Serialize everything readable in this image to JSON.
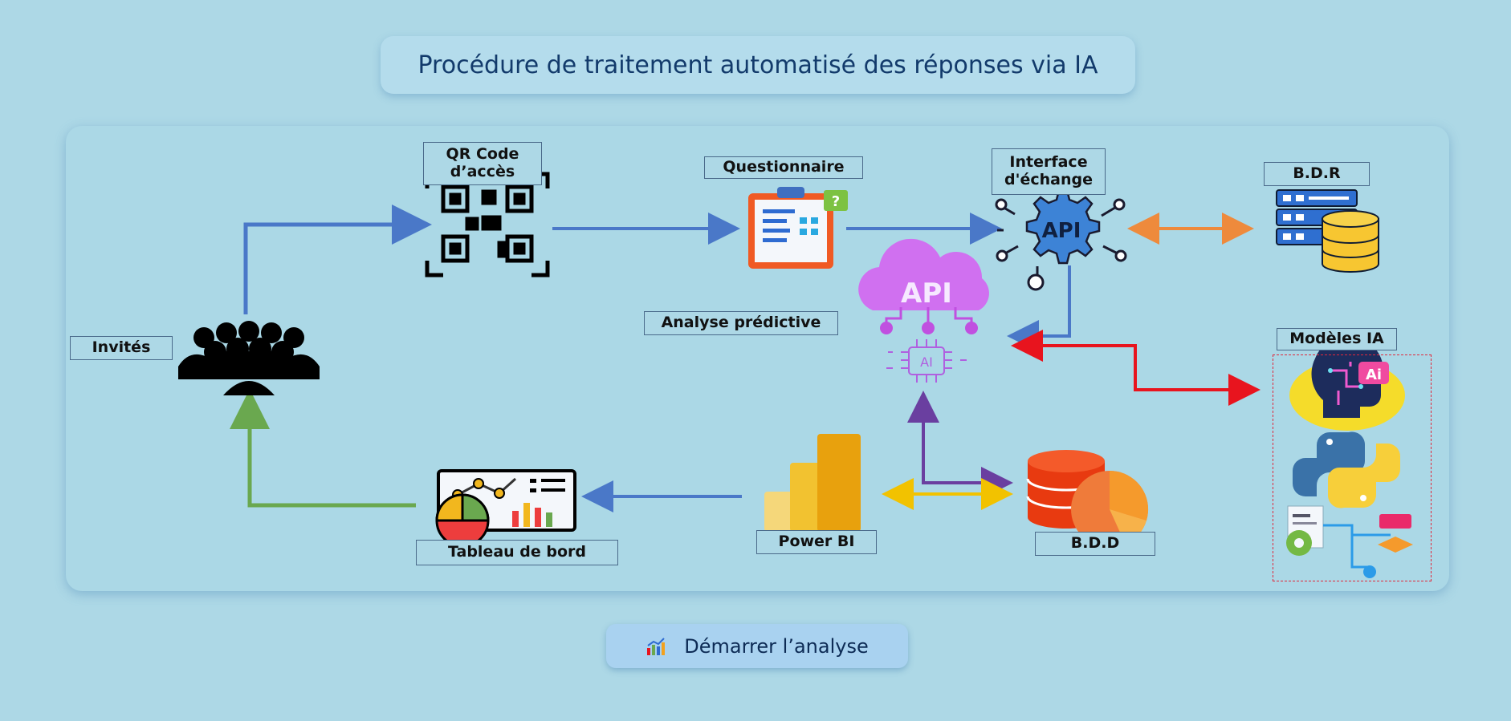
{
  "title": "Procédure de traitement automatisé des réponses via IA",
  "nodes": {
    "invites": "Invités",
    "qr_code": "QR Code\nd’accès",
    "questionnaire": "Questionnaire",
    "interface": "Interface\nd'échange",
    "bdr": "B.D.R",
    "analyse": "Analyse prédictive",
    "modeles": "Modèles IA",
    "tableau": "Tableau de bord",
    "powerbi": "Power BI",
    "bdd": "B.D.D"
  },
  "icons": {
    "api_gear_text": "API",
    "api_cloud_text": "API",
    "ai_chip_text": "AI",
    "ai_head_badge": "Ai",
    "question_mark": "?"
  },
  "button": {
    "label": "Démarrer l’analyse",
    "icon": "chart-icon"
  },
  "colors": {
    "background": "#add8e6",
    "arrow_blue": "#4a78c8",
    "arrow_green": "#6aa84f",
    "arrow_orange": "#ee8a3c",
    "arrow_red": "#e8141e",
    "arrow_purple": "#6a3fa0",
    "arrow_yellow": "#f2c200"
  }
}
